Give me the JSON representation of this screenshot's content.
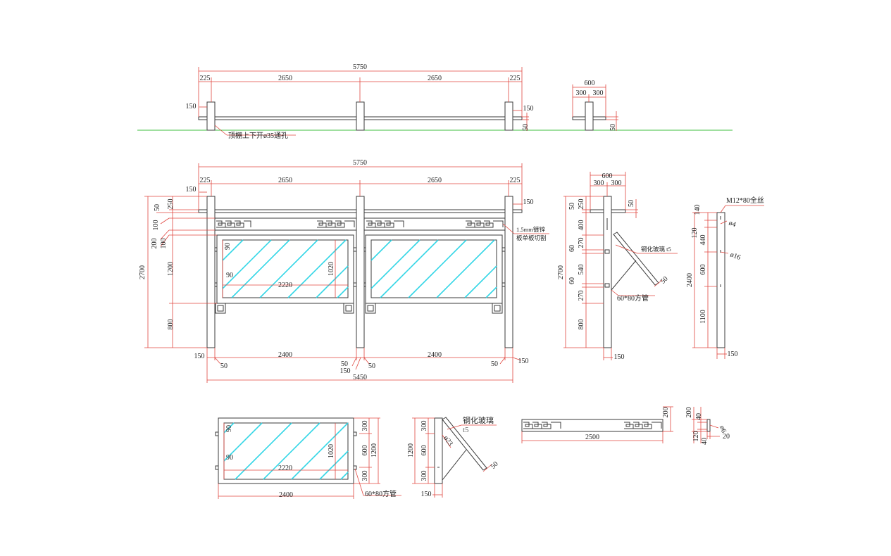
{
  "colors": {
    "object_line": "#3b3b3b",
    "dimension_line": "#e0463f",
    "glass_hatch": "#33d6e6",
    "ground_line": "#3fbf3f"
  },
  "top_view": {
    "overall": "5750",
    "segments": [
      "225",
      "2650",
      "2650",
      "225"
    ],
    "post_left": "150",
    "post_right": "150",
    "roof_thk": "50",
    "note": "顶棚上下开ø35通孔"
  },
  "top_side_view": {
    "overall": "600",
    "halves": [
      "300",
      "300"
    ],
    "roof_thk": "50"
  },
  "front_view": {
    "overall": "5750",
    "segments": [
      "225",
      "2650",
      "2650",
      "225"
    ],
    "post_top_left": "150",
    "post_top_right": "150",
    "left_stack": [
      "50",
      "250",
      "100",
      "200",
      "100"
    ],
    "total_height": "2700",
    "panel_height": "1200",
    "base_height": "800",
    "inner_90a": "90",
    "inner_90b": "90",
    "glass_width": "2220",
    "glass_height": "1020",
    "note_line1": "1.5mm镀锌",
    "note_line2": "板单板切割",
    "bottom_labels": [
      "150",
      "2400",
      "50",
      "50",
      "2400",
      "50",
      "150"
    ],
    "bottom_150_mid": "150",
    "bottom_50_right": "50",
    "bottom_overall": "5450"
  },
  "side_view": {
    "overall": "600",
    "halves": [
      "300",
      "300"
    ],
    "roof_50": "50",
    "stack": [
      "50",
      "250",
      "400",
      "270",
      "60",
      "540",
      "60",
      "270",
      "800"
    ],
    "total": "2700",
    "glass_label": "钢化玻璃 t5",
    "glass_thk": "50",
    "tube_label": "60*80方管",
    "post": "150"
  },
  "post_detail": {
    "bolt": "M12*80全丝",
    "stack": [
      "140",
      "120",
      "440",
      "600",
      "1100"
    ],
    "total": "2400",
    "hole_a": "ø4",
    "hole_b": "ø16",
    "post": "150"
  },
  "glass_frame": {
    "inner_90a": "90",
    "inner_90b": "90",
    "glass_width": "2220",
    "glass_height": "1020",
    "right_stack": [
      "300",
      "600",
      "300"
    ],
    "right_total": "1200",
    "width": "2400",
    "tube_label": "60*80方管"
  },
  "glass_side": {
    "stack": [
      "300",
      "600",
      "300"
    ],
    "total": "1200",
    "glass_label": "钢化玻璃",
    "glass_t": "t5",
    "hole": "ø23",
    "thk": "50",
    "post": "150"
  },
  "board": {
    "length": "2500",
    "height": "200"
  },
  "board_section": {
    "height": "200",
    "dims": [
      "40",
      "120",
      "40"
    ],
    "hole": "ø6",
    "width": "20"
  }
}
